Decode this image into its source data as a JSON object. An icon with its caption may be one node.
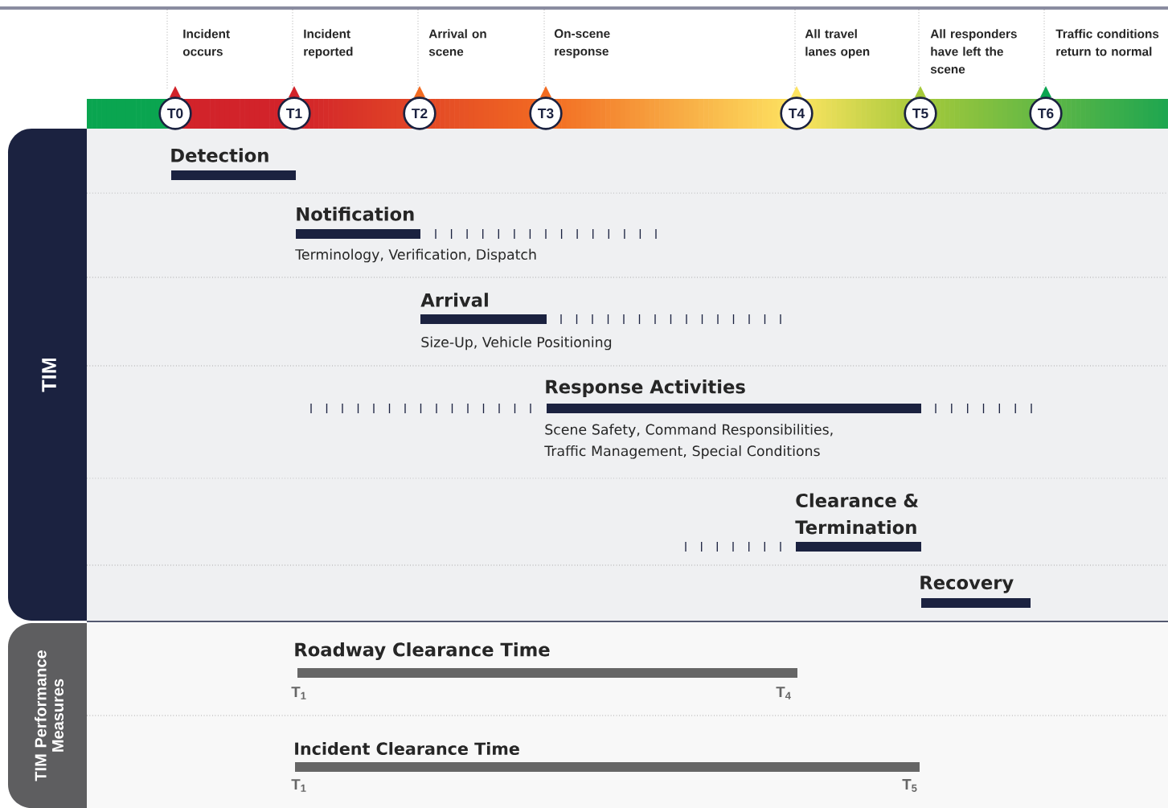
{
  "diagram": {
    "nodes": [
      {
        "text": [
          "TIM"
        ]
      },
      {
        "text": [
          "TIM Performance Measures"
        ]
      },
      {
        "text": [
          "T0"
        ]
      },
      {
        "text": [
          "T1"
        ]
      },
      {
        "text": [
          "T2"
        ]
      },
      {
        "text": [
          "T3"
        ]
      },
      {
        "text": [
          "T4"
        ]
      },
      {
        "text": [
          "T5"
        ]
      },
      {
        "text": [
          "T6"
        ]
      }
    ],
    "labels": [
      "Incident occurs",
      "Incident reported",
      "Arrival on scene",
      "On-scene response",
      "All travel lanes open",
      "All responders have left the scene",
      "Traffic conditions return to normal",
      "Detection",
      "Notification",
      "Terminology, Verification, Dispatch",
      "Arrival",
      "Size-Up, Vehicle Positioning",
      "Response Activities",
      "Scene Safety, Command Responsibilities, Traffic Management, Special Conditions",
      "Clearance & Termination",
      "Recovery",
      "Roadway Clearance Time",
      "T$_{1}$",
      "T$_{4}$",
      "Incident Clearance Time",
      "T$_{1}$",
      "T$_{5}$"
    ]
  }
}
